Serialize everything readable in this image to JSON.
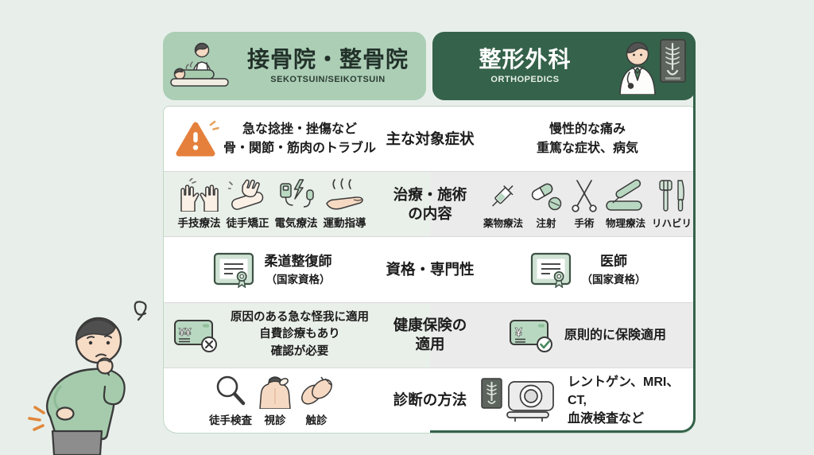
{
  "colors": {
    "page_bg": "#e8efea",
    "header_left_bg": "#abceb5",
    "header_right_bg": "#35624a",
    "accent_light_green": "#b9d8c1",
    "row_tint_left": "#e9efe9",
    "row_tint_right": "#ebebeb",
    "warning_orange": "#e5803c"
  },
  "icons": {
    "warning": "⚠",
    "hands": "✋✋",
    "manual-adjust": "🤲",
    "electro": "⚡",
    "exercise": "🖐",
    "certificate": "📜",
    "insurance-card-x": "💳✕",
    "insurance-card-check": "💳✓",
    "magnifier": "🔍",
    "back-inspection": "👤",
    "palpation": "🤲",
    "syringe": "💉",
    "pills": "💊",
    "scissors": "✂",
    "physio": "🛏",
    "cutlery": "🍴",
    "xray-ct": "🩻",
    "massage-scene": "💆",
    "doctor-with-xray": "🧑‍⚕️",
    "thinking-person": "🤔"
  },
  "header": {
    "left": {
      "title": "接骨院・整骨院",
      "subtitle": "SEKOTSUIN/SEIKOTSUIN"
    },
    "right": {
      "title": "整形外科",
      "subtitle": "ORTHOPEDICS"
    }
  },
  "rows": [
    {
      "category": {
        "line1": "主な対象症状"
      },
      "left": {
        "icon": "warning-icon",
        "line1": "急な捻挫・挫傷など",
        "line2": "骨・関節・筋肉のトラブル"
      },
      "right": {
        "line1": "慢性的な痛み",
        "line2": "重篤な症状、病気"
      }
    },
    {
      "category": {
        "line1": "治療・施術",
        "line2": "の内容"
      },
      "left": {
        "items": [
          {
            "icon": "hands-icon",
            "label": "手技療法"
          },
          {
            "icon": "manual-adjust-icon",
            "label": "徒手矯正"
          },
          {
            "icon": "electro-icon",
            "label": "電気療法"
          },
          {
            "icon": "exercise-icon",
            "label": "運動指導"
          }
        ]
      },
      "right": {
        "items": [
          {
            "icon": "syringe-icon",
            "label": "薬物療法"
          },
          {
            "icon": "pills-icon",
            "label": "注射"
          },
          {
            "icon": "scissors-icon",
            "label": "手術"
          },
          {
            "icon": "physio-icon",
            "label": "物理療法"
          },
          {
            "icon": "cutlery-icon",
            "label": "リハビリ"
          }
        ]
      }
    },
    {
      "category": {
        "line1": "資格・専門性"
      },
      "left": {
        "icon": "certificate-icon",
        "line1": "柔道整復師",
        "line2": "（国家資格）"
      },
      "right": {
        "icon": "certificate-icon",
        "line1": "医師",
        "line2": "（国家資格）"
      }
    },
    {
      "category": {
        "line1": "健康保険の",
        "line2": "適用"
      },
      "left": {
        "icon": "insurance-card-x-icon",
        "symbol": "¥¥",
        "line1": "原因のある急な怪我に適用",
        "line2": "自費診療もあり",
        "line3": "確認が必要"
      },
      "right": {
        "icon": "insurance-card-check-icon",
        "symbol": "¥",
        "line1": "原則的に保険適用"
      }
    },
    {
      "category": {
        "line1": "診断の方法"
      },
      "left": {
        "items": [
          {
            "icon": "magnifier-icon",
            "label": "徒手検査"
          },
          {
            "icon": "back-inspection-icon",
            "label": "視診"
          },
          {
            "icon": "palpation-icon",
            "label": "触診"
          }
        ]
      },
      "right": {
        "icon": "xray-ct-icon",
        "line1": "レントゲン、MRI、CT,",
        "line2": "血液検査など"
      }
    }
  ]
}
